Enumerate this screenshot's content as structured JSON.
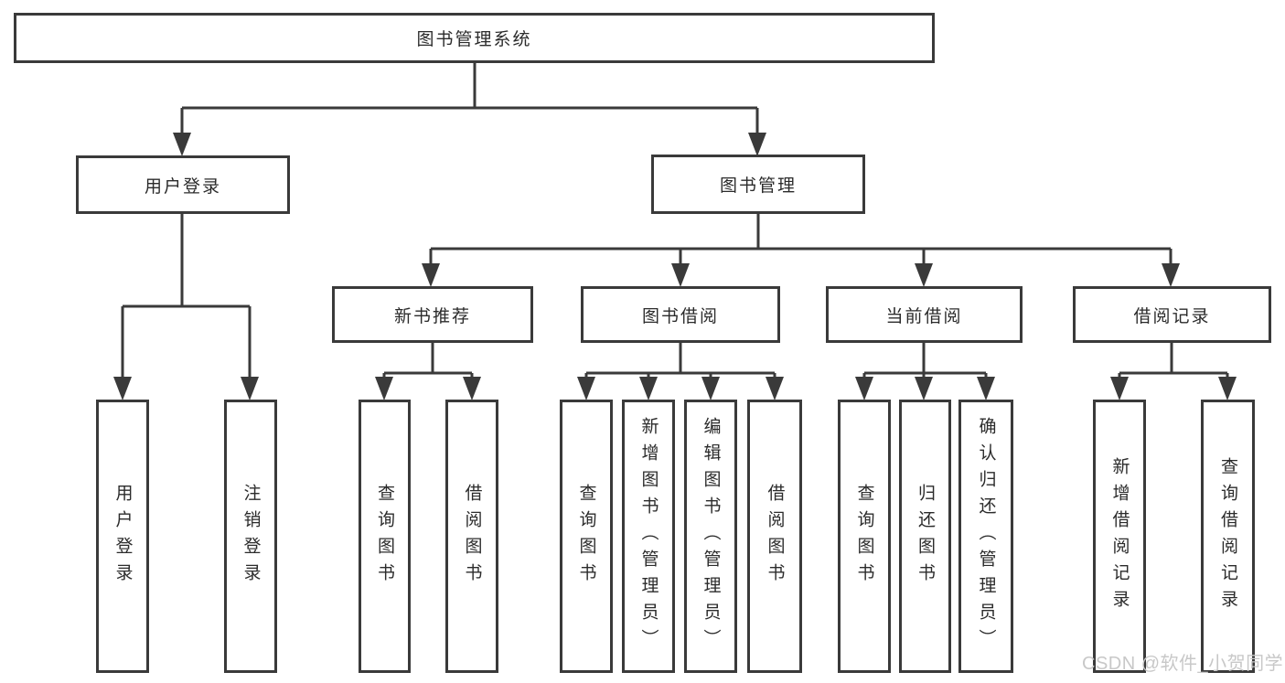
{
  "diagram": {
    "title": "图书管理系统",
    "nodes": {
      "root": "图书管理系统",
      "level1": [
        "用户登录",
        "图书管理"
      ],
      "level2": [
        "新书推荐",
        "图书借阅",
        "当前借阅",
        "借阅记录"
      ],
      "leaves_user_login": [
        "用户登录",
        "注销登录"
      ],
      "leaves_new_book": [
        "查询图书",
        "借阅图书"
      ],
      "leaves_book_borrow": [
        "查询图书",
        "新增图书（管理员）",
        "编辑图书（管理员）",
        "借阅图书"
      ],
      "leaves_current_borrow": [
        "查询图书",
        "归还图书",
        "确认归还（管理员）"
      ],
      "leaves_borrow_record": [
        "新增借阅记录",
        "查询借阅记录"
      ]
    },
    "colors": {
      "line": "#3a3a3a",
      "box_border": "#3a3a3a",
      "text": "#2b2b2b",
      "background": "#ffffff",
      "watermark": "#c8c8c8"
    }
  },
  "watermark": {
    "text": "CSDN @软件_小贺同学"
  }
}
